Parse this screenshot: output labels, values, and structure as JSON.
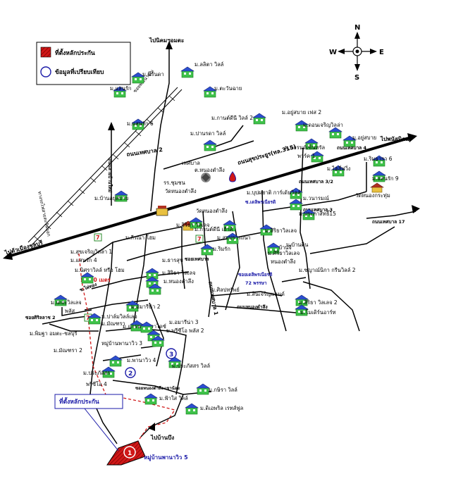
{
  "legend": {
    "site_label": "ที่ตั้งหลักประกัน",
    "compare_label": "ข้อมูลที่เปรียบเทียบ",
    "site_color": "#d01818",
    "compare_color": "#1a1aa8"
  },
  "compass": {
    "n": "N",
    "s": "S",
    "e": "E",
    "w": "W"
  },
  "roads": {
    "top_direction": "ไปนิคมฯอมตะ",
    "east_direction": "ไปพนัสนิคม",
    "west_direction": "ไปตัวเมืองชลบุรี",
    "south_direction": "ไปบ้านบึง",
    "main_road": "ถนนสุขประยูร(ทล.315)",
    "thesaban2": "ถนนเทศบาล 2",
    "thesaban1": "ถนนเทศบาล 1",
    "thesaban3": "ถนนเทศบาล 3",
    "thesaban4": "ถนนเทศบาล 4",
    "thesaban17": "ถนนเทศบาล 17",
    "thesaban32": "ถนนเทศบาล 3/2",
    "thesaban_sub": "ถนนหนองตำลึง",
    "soi_karn": "ถนนสายบ้านใหม่",
    "rail": "ทางรถไฟสายตะวันออก",
    "soi_assets": "ซอยพัฒนาคุณ",
    "soi_nongkham": "ซอยหนองตำลึง-เขาน้อย",
    "soi_tebsangkhan": "ซอยเทศบาล",
    "soi_liab": "ซ.เดลิพรเนียรดิ",
    "soi_thai": "ซอยเดลิพรเนียรดิ",
    "soi_72": "72 พรรษา",
    "soi_sithi": "ซอยศิริลลาช 2",
    "soi_neg": "ซ.ไผ่ทอง"
  },
  "distance_label": "1,850 เมตร",
  "markers": {
    "m1": "1",
    "m2": "2",
    "m3": "3",
    "callout": "ที่ตั้งหลักประกัน",
    "site_name": "หมู่บ้านพานาวิว 5"
  },
  "places": [
    {
      "t": "ม.ลลิตา วิลล์"
    },
    {
      "t": "ม.นิรันดา"
    },
    {
      "t": "ม.แสนรัก"
    },
    {
      "t": "ม.ตะวันฉาย"
    },
    {
      "t": "ม.แสนรัก 6"
    },
    {
      "t": "ม.กานต์ดีนี วิลล์ 2"
    },
    {
      "t": "ม.ปานรดา วิลล์"
    },
    {
      "t": "ม.อยู่สบาย เฟส 2"
    },
    {
      "t": "ม.ดอนเจริญวิลล่า"
    },
    {
      "t": "ม.อยู่สบาย"
    },
    {
      "t": "ม.แกรนด์เซ็นทรัล"
    },
    {
      "t": "พาร์ค 1"
    },
    {
      "t": "เทศบาล"
    },
    {
      "t": "ต.หนองตำลึง"
    },
    {
      "t": "ม.ไฮลี่ฟวิ่ง"
    },
    {
      "t": "ม.ริมธารา 6"
    },
    {
      "t": "ม.แสนรัก 9"
    },
    {
      "t": "รร.ชุมชน"
    },
    {
      "t": "วัดหนองตำลึง"
    },
    {
      "t": "ม.บ้านอยู่สบาย"
    },
    {
      "t": "ม.บุปผชาติ การ์เด้นวิลล์"
    },
    {
      "t": "ม.วนารมณ์"
    },
    {
      "t": "ม.ประภาสิทธิ์15"
    },
    {
      "t": "วัดหนองกระทุ่ม"
    },
    {
      "t": "วัดหนองตำลึง"
    },
    {
      "t": "ม.สิริธา วิลเลจ"
    },
    {
      "t": "ม.กานต์ดีนี เฮ้าส์"
    },
    {
      "t": "ม.สมปรารถนา"
    },
    {
      "t": "ม.สิริธาวิลเลจ"
    },
    {
      "t": "ม.กีรณา โฮม"
    },
    {
      "t": "ม.สุขเจริญวิลล่า 1"
    },
    {
      "t": "ม.แสนรัก 4"
    },
    {
      "t": "ม.ริมรัก"
    },
    {
      "t": "ม.บ้านจี่"
    },
    {
      "t": "ม.ศิริธาวิลเลจ"
    },
    {
      "t": "หนองตำลึง"
    },
    {
      "t": "ม.บ้านดิน"
    },
    {
      "t": "ม.ชญาณ์นิกา กรีนวิลล์ 2"
    },
    {
      "t": "ม.นิศราวิลล์ หรือ โฮม"
    },
    {
      "t": "ม.ธารสุข"
    },
    {
      "t": "ม.สิริธา วิลเลจ"
    },
    {
      "t": "ม.หนองตำลึง"
    },
    {
      "t": "ม.ศิลปทรัพย์"
    },
    {
      "t": "ม.สินเจริญแลนด์"
    },
    {
      "t": "ม.สิริธา วิลเลจ 2"
    },
    {
      "t": "ม.โมเดิร์นอาร์ท"
    },
    {
      "t": "ม.เดอะวิลเลจ"
    },
    {
      "t": "พลัส"
    },
    {
      "t": "ม.อมารีน่า 2"
    },
    {
      "t": "ม.ปาล์มวิลล์เลจ"
    },
    {
      "t": "ม.มัณฑรา"
    },
    {
      "t": "ม.แกรนด์พาราไดซ์"
    },
    {
      "t": "ม.อมารีน่า 3"
    },
    {
      "t": "ม.พรีซีโอ พลัส 2"
    },
    {
      "t": "ม.พิมฐา อมตะ-ชลบุรี"
    },
    {
      "t": "ม.มัณฑรา 2"
    },
    {
      "t": "หมู่บ้านพานาวิว 3"
    },
    {
      "t": "ม.พานาวิว 4"
    },
    {
      "t": "ม.ประภัสสร วิลล์"
    },
    {
      "t": "ม.ประภัสสร"
    },
    {
      "t": "พรีซีโอ 4"
    },
    {
      "t": "ม.กษิรา วิลล์"
    },
    {
      "t": "ม.ฟ้าใส วิลล์"
    },
    {
      "t": "ม.ดิเอพริล เรทส์ฟูล"
    }
  ]
}
